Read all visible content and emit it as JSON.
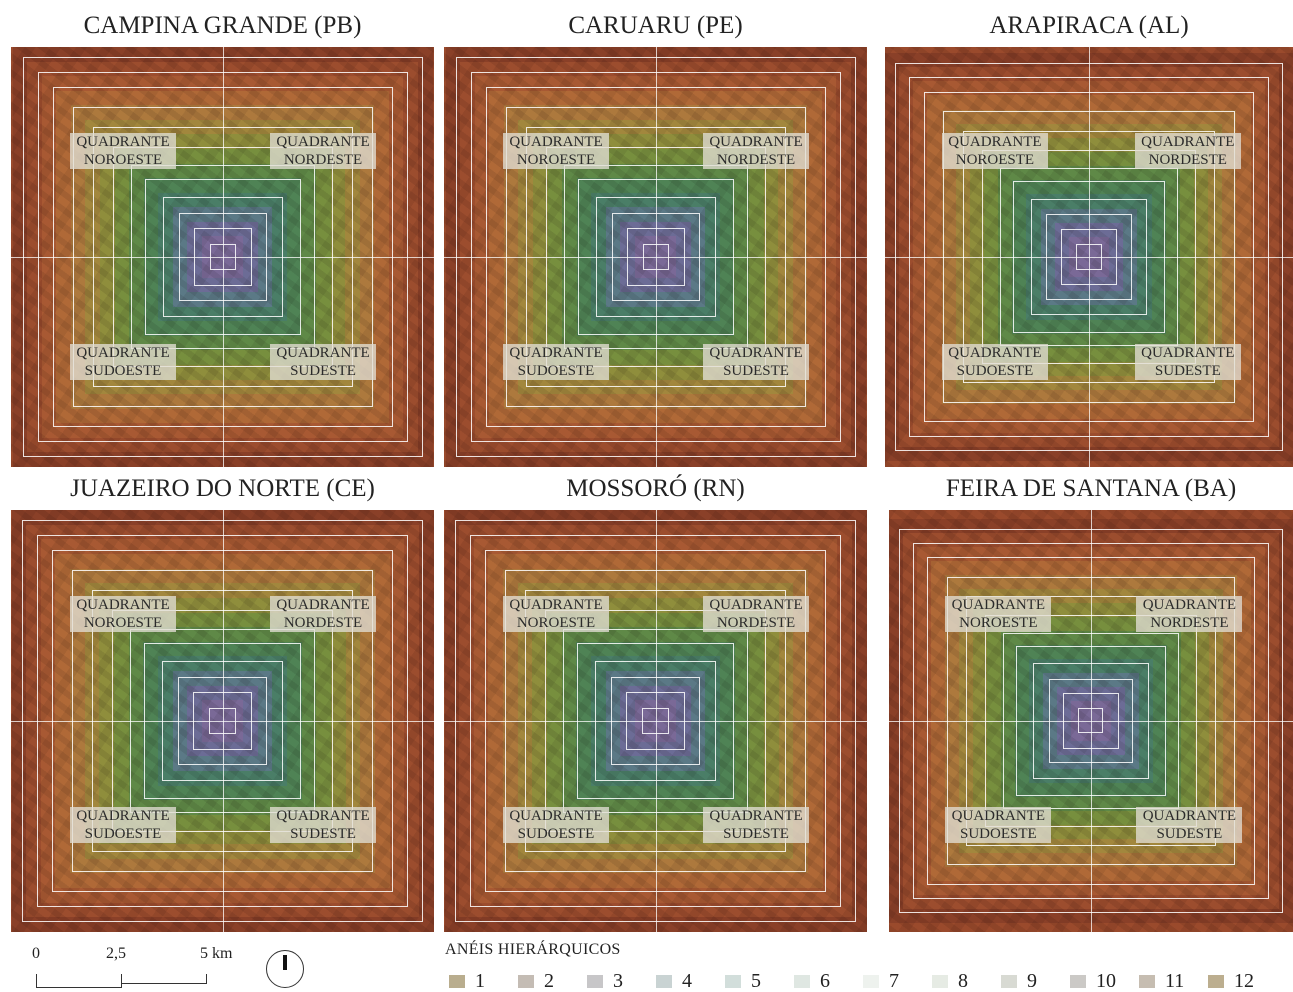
{
  "panels": [
    {
      "title": "CAMPINA GRANDE (PB)"
    },
    {
      "title": "CARUARU (PE)"
    },
    {
      "title": "ARAPIRACA (AL)"
    },
    {
      "title": "JUAZEIRO DO NORTE (CE)"
    },
    {
      "title": "MOSSORÓ (RN)"
    },
    {
      "title": "FEIRA DE SANTANA (BA)"
    }
  ],
  "quadrants": {
    "nw": {
      "l1": "QUADRANTE",
      "l2": "NOROESTE"
    },
    "ne": {
      "l1": "QUADRANTE",
      "l2": "NORDESTE"
    },
    "sw": {
      "l1": "QUADRANTE",
      "l2": "SUDOESTE"
    },
    "se": {
      "l1": "QUADRANTE",
      "l2": "SUDESTE"
    }
  },
  "scale": {
    "t0": "0",
    "t1": "2,5",
    "t2": "5 km"
  },
  "legend": {
    "title": "ANÉIS HIERÁRQUICOS",
    "items": [
      {
        "label": "1",
        "color": "#b9ad8e"
      },
      {
        "label": "2",
        "color": "#c4bcb4"
      },
      {
        "label": "3",
        "color": "#c7c6c8"
      },
      {
        "label": "4",
        "color": "#c9d3d3"
      },
      {
        "label": "5",
        "color": "#d2dedb"
      },
      {
        "label": "6",
        "color": "#dfe7e2"
      },
      {
        "label": "7",
        "color": "#eef2ee"
      },
      {
        "label": "8",
        "color": "#e6ebe4"
      },
      {
        "label": "9",
        "color": "#d8dad3"
      },
      {
        "label": "10",
        "color": "#cbc9c6"
      },
      {
        "label": "11",
        "color": "#c6bdb1"
      },
      {
        "label": "12",
        "color": "#bcae8f"
      }
    ]
  },
  "ring_colors": [
    "#8a4028",
    "#9c4d2e",
    "#a85a33",
    "#b06a38",
    "#ad7a3e",
    "#a2883e",
    "#8f8f3d",
    "#77903f",
    "#5f8a48",
    "#4f8456",
    "#4a7f69",
    "#5b7a88",
    "#6c6d98",
    "#7a6a9a"
  ]
}
